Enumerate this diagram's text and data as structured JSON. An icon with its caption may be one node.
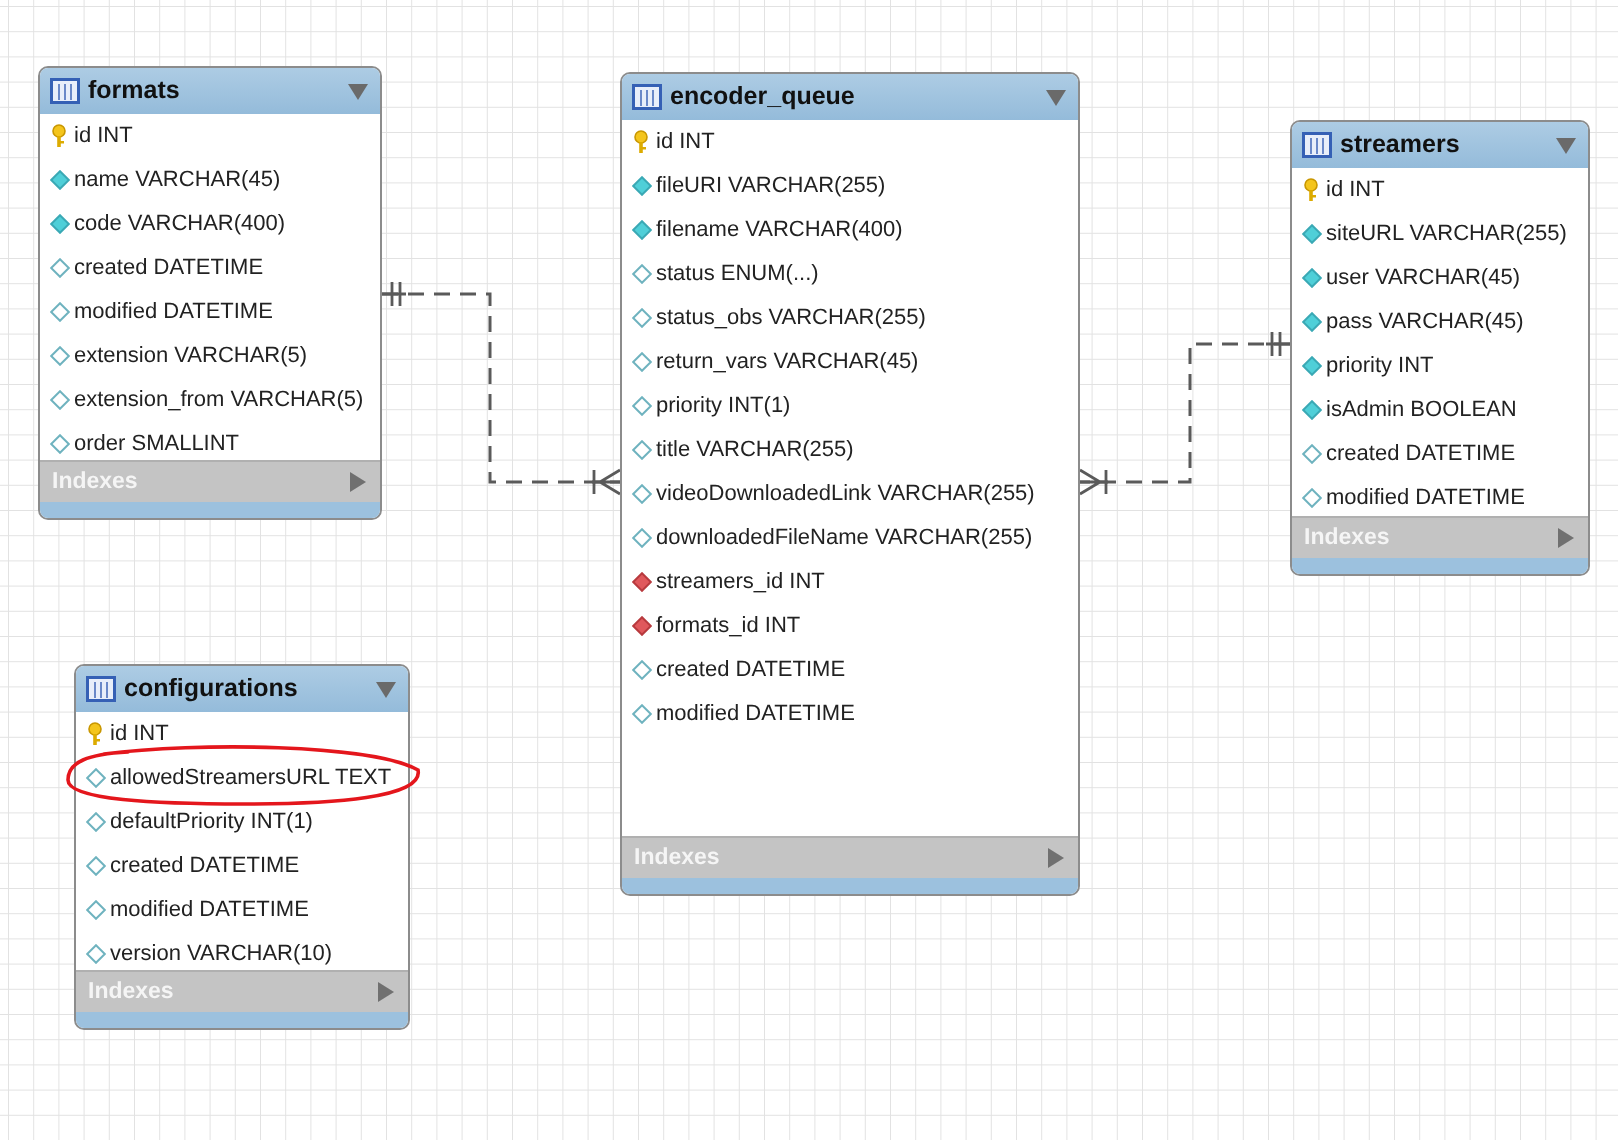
{
  "diagram": {
    "nodes": [
      {
        "text": [
          "formats",
          "id INT",
          "name VARCHAR(45)",
          "code VARCHAR(400)",
          "created DATETIME",
          "modified DATETIME",
          "extension VARCHAR(5)",
          "extension_from VARCHAR(5)",
          "order SMALLINT",
          "Indexes"
        ]
      },
      {
        "text": [
          "encoder_queue",
          "id INT",
          "fileURI VARCHAR(255)",
          "filename VARCHAR(400)",
          "status ENUM(...)",
          "status_obs VARCHAR(255)",
          "return_vars VARCHAR(45)",
          "priority INT(1)",
          "title VARCHAR(255)",
          "videoDownloadedLink VARCHAR(255)",
          "downloadedFileName VARCHAR(255)",
          "streamers_id INT",
          "formats_id INT",
          "created DATETIME",
          "modified DATETIME",
          "Indexes"
        ]
      },
      {
        "text": [
          "streamers",
          "id INT",
          "siteURL VARCHAR(255)",
          "user VARCHAR(45)",
          "pass VARCHAR(45)",
          "priority INT",
          "isAdmin BOOLEAN",
          "created DATETIME",
          "modified DATETIME",
          "Indexes"
        ]
      },
      {
        "text": [
          "configurations",
          "id INT",
          "allowedStreamersURL TEXT",
          "defaultPriority INT(1)",
          "created DATETIME",
          "modified DATETIME",
          "version VARCHAR(10)",
          "Indexes"
        ]
      }
    ],
    "edges": [
      {
        "from": 0,
        "to": 1,
        "arrow": "other",
        "style": "dashed"
      },
      {
        "from": 2,
        "to": 1,
        "arrow": "other",
        "style": "dashed"
      }
    ]
  }
}
